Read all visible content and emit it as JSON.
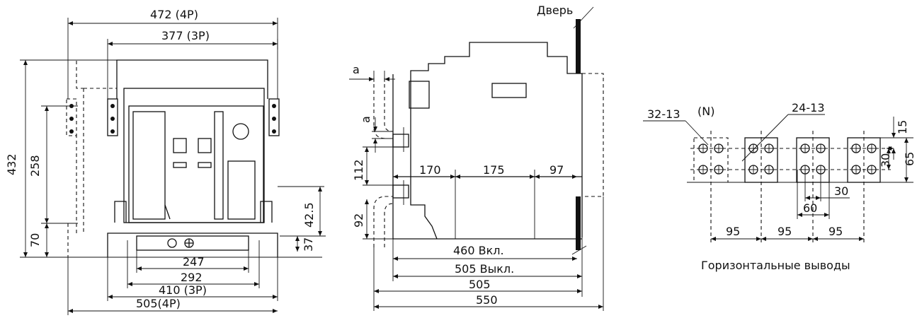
{
  "front_view": {
    "dims": {
      "w472": "472 (4P)",
      "w377": "377 (3P)",
      "h432": "432",
      "h258": "258",
      "h70": "70",
      "h42": "42.5",
      "h37": "37",
      "b247": "247",
      "b292": "292",
      "b410": "410  (3P)",
      "b505": "505(4P)"
    }
  },
  "side_view": {
    "door_label": "Дверь",
    "dims": {
      "a_top": "a",
      "a_side": "a",
      "v112": "112",
      "v92": "92",
      "d170": "170",
      "d175": "175",
      "d97": "97",
      "d460": "460 Вкл.",
      "d505off": "505 Выкл.",
      "d505": "505",
      "d550": "550"
    }
  },
  "terminals_view": {
    "hole_left": "32-13",
    "neutral": "(N)",
    "hole_right": "24-13",
    "d15": "15",
    "d30v": "30",
    "d65": "65",
    "d30h": "30",
    "d60": "60",
    "p1": "95",
    "p2": "95",
    "p3": "95",
    "caption": "Горизонтальные выводы"
  }
}
